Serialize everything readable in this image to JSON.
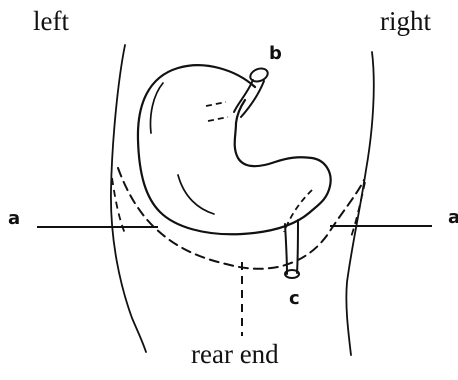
{
  "labels": {
    "left": "left",
    "right": "right",
    "rear": "rear end",
    "b": "b",
    "c": "c",
    "a_left": "a",
    "a_right": "a"
  },
  "colors": {
    "ink": "#111111",
    "background": "#ffffff"
  }
}
